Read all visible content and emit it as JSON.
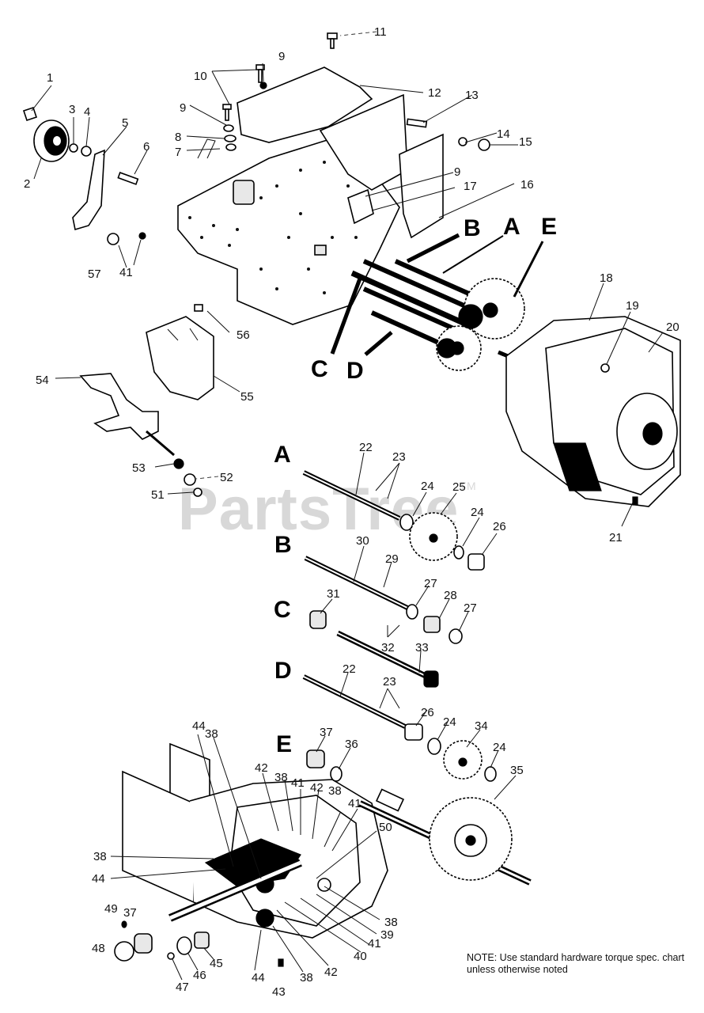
{
  "watermark": {
    "text": "PartsTree",
    "tm": "TM"
  },
  "note": "NOTE: Use standard hardware torque spec. chart unless otherwise noted",
  "section_labels": [
    "A",
    "B",
    "C",
    "D",
    "E"
  ],
  "callouts": [
    "1",
    "2",
    "3",
    "4",
    "5",
    "6",
    "7",
    "8",
    "9",
    "10",
    "11",
    "12",
    "13",
    "14",
    "15",
    "16",
    "17",
    "18",
    "19",
    "20",
    "21",
    "22",
    "23",
    "24",
    "25",
    "26",
    "27",
    "28",
    "29",
    "30",
    "31",
    "32",
    "33",
    "34",
    "35",
    "36",
    "37",
    "38",
    "39",
    "40",
    "41",
    "42",
    "43",
    "44",
    "45",
    "46",
    "47",
    "48",
    "49",
    "50",
    "51",
    "52",
    "53",
    "54",
    "55",
    "56",
    "57"
  ]
}
